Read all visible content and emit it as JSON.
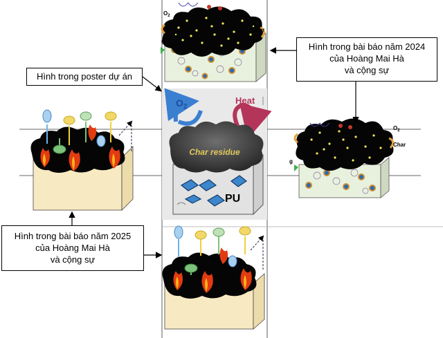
{
  "callouts": {
    "poster": {
      "text": "Hình trong poster dự án"
    },
    "paper_2024": {
      "lines": [
        "Hình trong bài báo năm 2024",
        "của Hoàng Mai Hà",
        "và cộng sự"
      ]
    },
    "paper_2025": {
      "lines": [
        "Hình trong bài báo năm 2025",
        "của Hoàng Mai Hà",
        "và cộng sự"
      ]
    }
  },
  "poster_figure": {
    "oxygen_label": "O2",
    "heat_label": "Heat",
    "char_label": "Char residue",
    "material_label": "PU"
  },
  "paper_2024_figure": {
    "char_label": "Char",
    "oxygen_label": "O2",
    "g_label": "g"
  },
  "colors": {
    "char": "#050505",
    "char_dots": "#f2e65a",
    "flame_outer": "#e23b12",
    "flame_inner": "#ffb21a",
    "block_face": "#f7e9c2",
    "material_face": "#e8f1dd",
    "oxygen_arrow": "#3b7fd1",
    "heat_arrow": "#b4345a"
  }
}
